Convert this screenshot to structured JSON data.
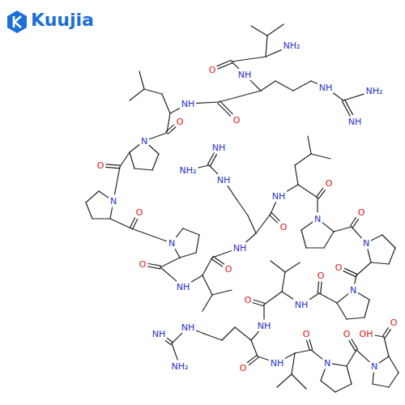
{
  "diagram": {
    "labels": [
      "Kuujia",
      "NH₂",
      "O",
      "NH",
      "NH",
      "NH₂",
      "NH",
      "NH",
      "O",
      "O",
      "N",
      "O",
      "N",
      "O",
      "N",
      "O",
      "NH",
      "O",
      "NH",
      "O",
      "NH",
      "O",
      "N",
      "O",
      "N",
      "O",
      "N",
      "O",
      "NH",
      "O",
      "NH",
      "O",
      "NH",
      "O",
      "N",
      "O",
      "N",
      "O",
      "OH",
      "NH",
      "NH",
      "NH₂",
      "NH",
      "NH",
      "NH₂"
    ]
  }
}
